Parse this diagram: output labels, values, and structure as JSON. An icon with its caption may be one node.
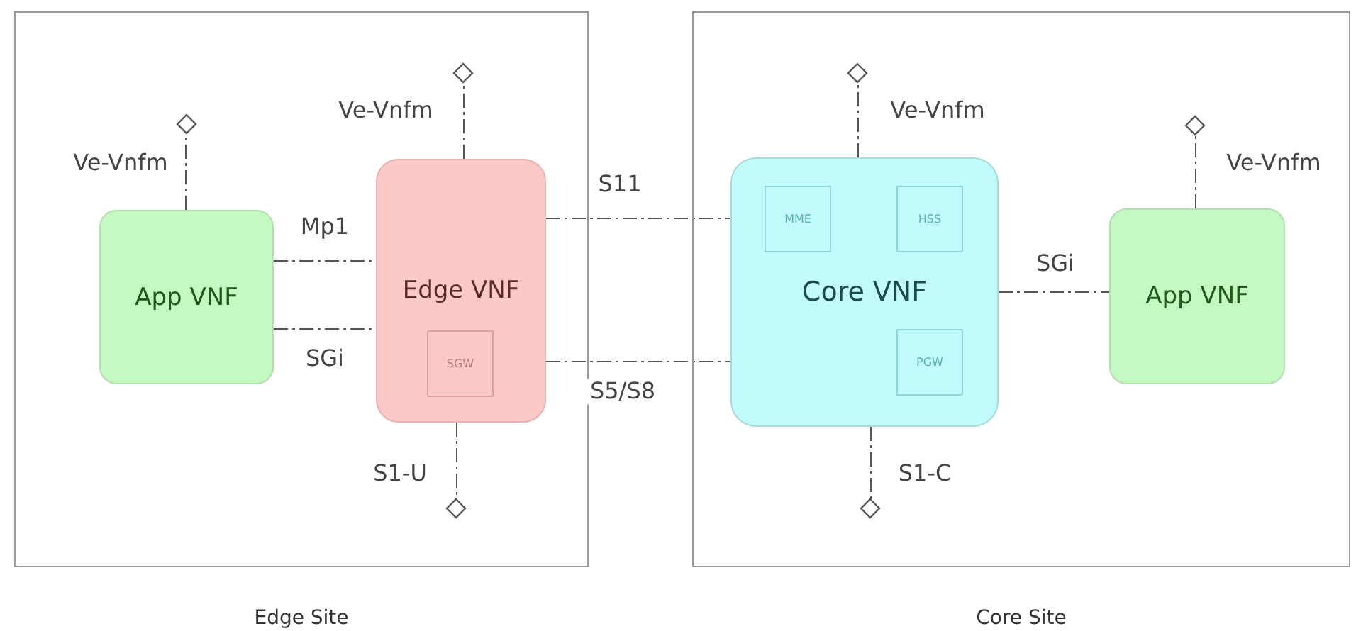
{
  "diagram": {
    "nodes": [
      {
        "text": [
          "Edge Site"
        ]
      },
      {
        "text": [
          "App VNF"
        ],
        "in": 0
      },
      {
        "text": [
          "Edge VNF"
        ],
        "in": 0
      },
      {
        "text": [
          "SGW"
        ],
        "in": 2
      },
      {
        "text": [
          "Core Site"
        ]
      },
      {
        "text": [
          "Core VNF"
        ],
        "in": 4
      },
      {
        "text": [
          "MME"
        ],
        "in": 5
      },
      {
        "text": [
          "HSS"
        ],
        "in": 5
      },
      {
        "text": [
          "PGW"
        ],
        "in": 5
      },
      {
        "text": [
          "App VNF"
        ],
        "in": 4
      },
      {
        "text": [],
        "shape": "diamond",
        "in": 0
      },
      {
        "text": [],
        "shape": "diamond",
        "in": 0
      },
      {
        "text": [],
        "shape": "diamond",
        "in": 0
      },
      {
        "text": [],
        "shape": "diamond",
        "in": 4
      },
      {
        "text": [],
        "shape": "diamond",
        "in": 4
      },
      {
        "text": [],
        "shape": "diamond",
        "in": 4
      }
    ],
    "edges": [
      {
        "from": 1,
        "to": 10,
        "arrow": "none",
        "label": "Ve-Vnfm",
        "style": "dashed"
      },
      {
        "from": 1,
        "to": 2,
        "arrow": "none",
        "label": "Mp1",
        "style": "dashed"
      },
      {
        "from": 1,
        "to": 2,
        "arrow": "none",
        "label": "SGi",
        "style": "dashed"
      },
      {
        "from": 2,
        "to": 11,
        "arrow": "none",
        "label": "Ve-Vnfm",
        "style": "dashed"
      },
      {
        "from": 2,
        "to": 12,
        "arrow": "none",
        "label": "S1-U",
        "style": "dashed"
      },
      {
        "from": 2,
        "to": 5,
        "arrow": "none",
        "label": "S11",
        "style": "dashed"
      },
      {
        "from": 2,
        "to": 5,
        "arrow": "none",
        "label": "S5/S8",
        "style": "dashed"
      },
      {
        "from": 5,
        "to": 13,
        "arrow": "none",
        "label": "Ve-Vnfm",
        "style": "dashed"
      },
      {
        "from": 5,
        "to": 14,
        "arrow": "none",
        "label": "S1-C",
        "style": "dashed"
      },
      {
        "from": 5,
        "to": 9,
        "arrow": "none",
        "label": "SGi",
        "style": "dashed"
      },
      {
        "from": 9,
        "to": 15,
        "arrow": "none",
        "label": "Ve-Vnfm",
        "style": "dashed"
      }
    ]
  }
}
